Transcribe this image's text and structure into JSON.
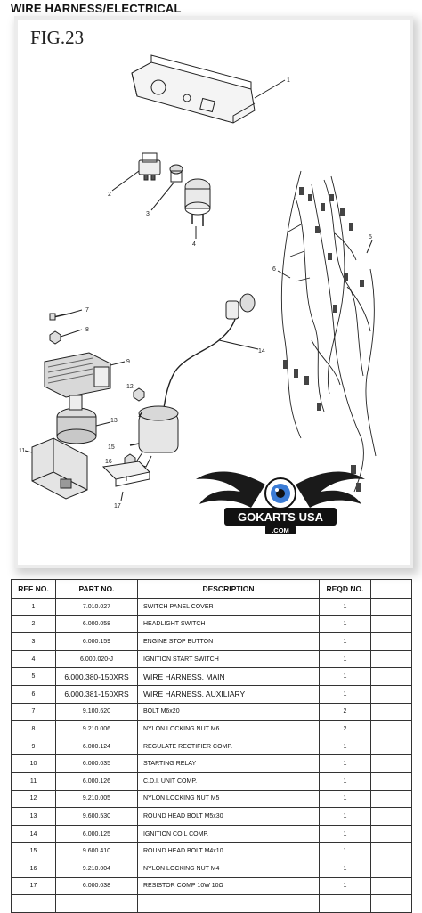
{
  "header": {
    "title": "WIRE HARNESS/ELECTRICAL"
  },
  "figure": {
    "label": "FIG.23",
    "callouts": [
      "1",
      "2",
      "3",
      "4",
      "5",
      "6",
      "7",
      "8",
      "9",
      "12",
      "13",
      "14",
      "11",
      "15",
      "16",
      "17"
    ],
    "logo": {
      "text": "GOKARTS USA",
      "subtext": ".COM"
    }
  },
  "table": {
    "headers": [
      "REF NO.",
      "PART NO.",
      "DESCRIPTION",
      "REQD NO."
    ],
    "rows": [
      {
        "ref": "1",
        "part": "7.010.027",
        "desc": "SWITCH PANEL COVER",
        "qty": "1"
      },
      {
        "ref": "2",
        "part": "6.000.058",
        "desc": "HEADLIGHT SWITCH",
        "qty": "1"
      },
      {
        "ref": "3",
        "part": "6.000.159",
        "desc": "ENGINE STOP BUTTON",
        "qty": "1"
      },
      {
        "ref": "4",
        "part": "6.000.020-J",
        "desc": "IGNITION START SWITCH",
        "qty": "1"
      },
      {
        "ref": "5",
        "part": "6.000.380-150XRS",
        "desc": "WIRE HARNESS. MAIN",
        "qty": "1"
      },
      {
        "ref": "6",
        "part": "6.000.381-150XRS",
        "desc": "WIRE HARNESS. AUXILIARY",
        "qty": "1"
      },
      {
        "ref": "7",
        "part": "9.100.620",
        "desc": "BOLT    M6x20",
        "qty": "2"
      },
      {
        "ref": "8",
        "part": "9.210.006",
        "desc": "NYLON LOCKING NUT    M6",
        "qty": "2"
      },
      {
        "ref": "9",
        "part": "6.000.124",
        "desc": "REGULATE RECTIFIER COMP.",
        "qty": "1"
      },
      {
        "ref": "10",
        "part": "6.000.035",
        "desc": "STARTING RELAY",
        "qty": "1"
      },
      {
        "ref": "11",
        "part": "6.000.126",
        "desc": "C.D.I. UNIT COMP.",
        "qty": "1"
      },
      {
        "ref": "12",
        "part": "9.210.005",
        "desc": "NYLON LOCKING NUT    M5",
        "qty": "1"
      },
      {
        "ref": "13",
        "part": "9.600.530",
        "desc": "ROUND HEAD BOLT    M5x30",
        "qty": "1"
      },
      {
        "ref": "14",
        "part": "6.000.125",
        "desc": "IGNITION COIL COMP.",
        "qty": "1"
      },
      {
        "ref": "15",
        "part": "9.600.410",
        "desc": "ROUND HEAD BOLT    M4x10",
        "qty": "1"
      },
      {
        "ref": "16",
        "part": "9.210.004",
        "desc": "NYLON LOCKING NUT    M4",
        "qty": "1"
      },
      {
        "ref": "17",
        "part": "6.000.038",
        "desc": "RESISTOR COMP    10W 10Ω",
        "qty": "1"
      }
    ]
  }
}
